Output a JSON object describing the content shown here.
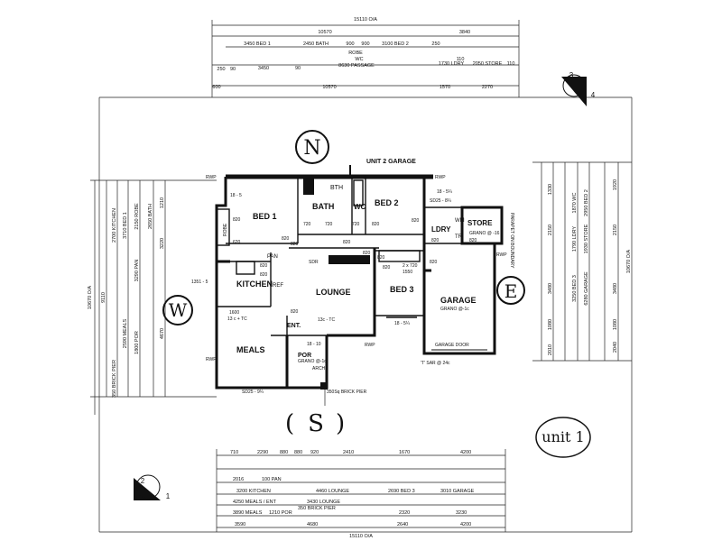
{
  "compass": {
    "north": "N",
    "south": "S",
    "west": "W",
    "east": "E"
  },
  "unit_note": "unit 1",
  "garage_label_top": "UNIT 2 GARAGE",
  "rooms": {
    "bed1": "BED 1",
    "bath": "BATH",
    "wc": "WC",
    "bed2": "BED 2",
    "ldry": "LDRY",
    "store": "STORE",
    "kitchen": "KITCHEN",
    "lounge": "LOUNGE",
    "bed3": "BED 3",
    "garage": "GARAGE",
    "meals": "MEALS",
    "ent": "ENT.",
    "por": "POR",
    "pan": "PAN",
    "ref": "REF",
    "robe": "ROBE",
    "bth": "BTH",
    "wm": "WM",
    "tr": "TR"
  },
  "notes": {
    "rwp": "RWP",
    "sd25_84": "SD25 - 8¼",
    "sd25_9": "SD25 - 9¼",
    "n18_5": "18 - 5",
    "n18_5a": "18 - 5¼",
    "n18_10": "18 - 10",
    "n18_5b": "18 - 5¼",
    "garage_door": "GARAGE DOOR",
    "sar": "'T' SAR @ 24c",
    "archs": "ARCHS",
    "brick_pier": "350Sq BRICK PIER",
    "grano_16": "GRANO @ -16",
    "grano_1c": "GRANO @-1c",
    "grano_1c2": "GRANO @-1c",
    "parapet": "PARAPET ON BOUNDARY",
    "tc1": "13 c + TC",
    "tc2": "13c - TC",
    "n1351": "1351 - 5",
    "n1600": "1600",
    "sdr": "SDR",
    "n720x1550": "2 x 720",
    "n1550": "1550"
  },
  "doors": [
    "820",
    "820",
    "720",
    "720",
    "720",
    "820",
    "820",
    "820",
    "820",
    "820",
    "820",
    "820",
    "620",
    "820",
    "820",
    "820",
    "820",
    "820",
    "820"
  ],
  "dims_top": {
    "overall": "15110 O/A",
    "a": "10570",
    "b": "3840",
    "c": "3450 BED 1",
    "d": "2450 BATH",
    "e": "3100 BED 2",
    "f": "8630 PASSAGE",
    "g": "1730 LDRY",
    "h": "2050 STORE",
    "i": "3450",
    "j": "10570",
    "k": "1570",
    "l": "2270",
    "m": "600",
    "n": "250",
    "o": "90",
    "p": "90",
    "q": "110",
    "r": "ROBE",
    "s": "WC",
    "t": "900",
    "u": "900",
    "v": "250",
    "w": "110"
  },
  "dims_bottom": {
    "overall": "15110 O/A",
    "a": "3590",
    "b": "4680",
    "c": "2640",
    "d": "4200",
    "e": "3200 KITCHEN",
    "f": "4460 LOUNGE",
    "g": "2690 BED 3",
    "h": "3010 GARAGE",
    "i": "4250 MEALS / ENT",
    "j": "3430 LOUNGE",
    "k": "3890 MEALS",
    "l": "1210 POR",
    "m": "350 BRICK PIER",
    "n": "2320",
    "o": "3230",
    "p": "2016",
    "q": "100 PAN",
    "r": "2410",
    "s": "1670",
    "t": "4200",
    "u": "710",
    "v": "2290",
    "w": "880",
    "x": "880",
    "y": "920"
  },
  "dims_left": {
    "overall": "10670 O/A",
    "a": "9110",
    "b": "2700 KITCHEN",
    "c": "3710 BED 1",
    "d": "2150 ROBE",
    "e": "2650 BATH",
    "f": "3290 PAN",
    "g": "2590 MEALS",
    "h": "1800 POR",
    "i": "4670",
    "j": "350 BRICK PIER",
    "k": "1210",
    "l": "3220"
  },
  "dims_right": {
    "overall": "10670 O/A",
    "a": "1920",
    "b": "2150",
    "c": "3480",
    "d": "1080",
    "e": "2040",
    "f": "1870 WC",
    "g": "2950 BED 2",
    "h": "1790 LDRY",
    "i": "1930 STORE",
    "j": "3250 BED 3",
    "k": "6280 GARAGE",
    "l": "1330",
    "m": "2150",
    "n": "3480",
    "o": "1080",
    "p": "2010"
  },
  "sheet_markers": {
    "top_a": "3",
    "top_b": "4",
    "bottom_a": "2",
    "bottom_b": "1"
  }
}
